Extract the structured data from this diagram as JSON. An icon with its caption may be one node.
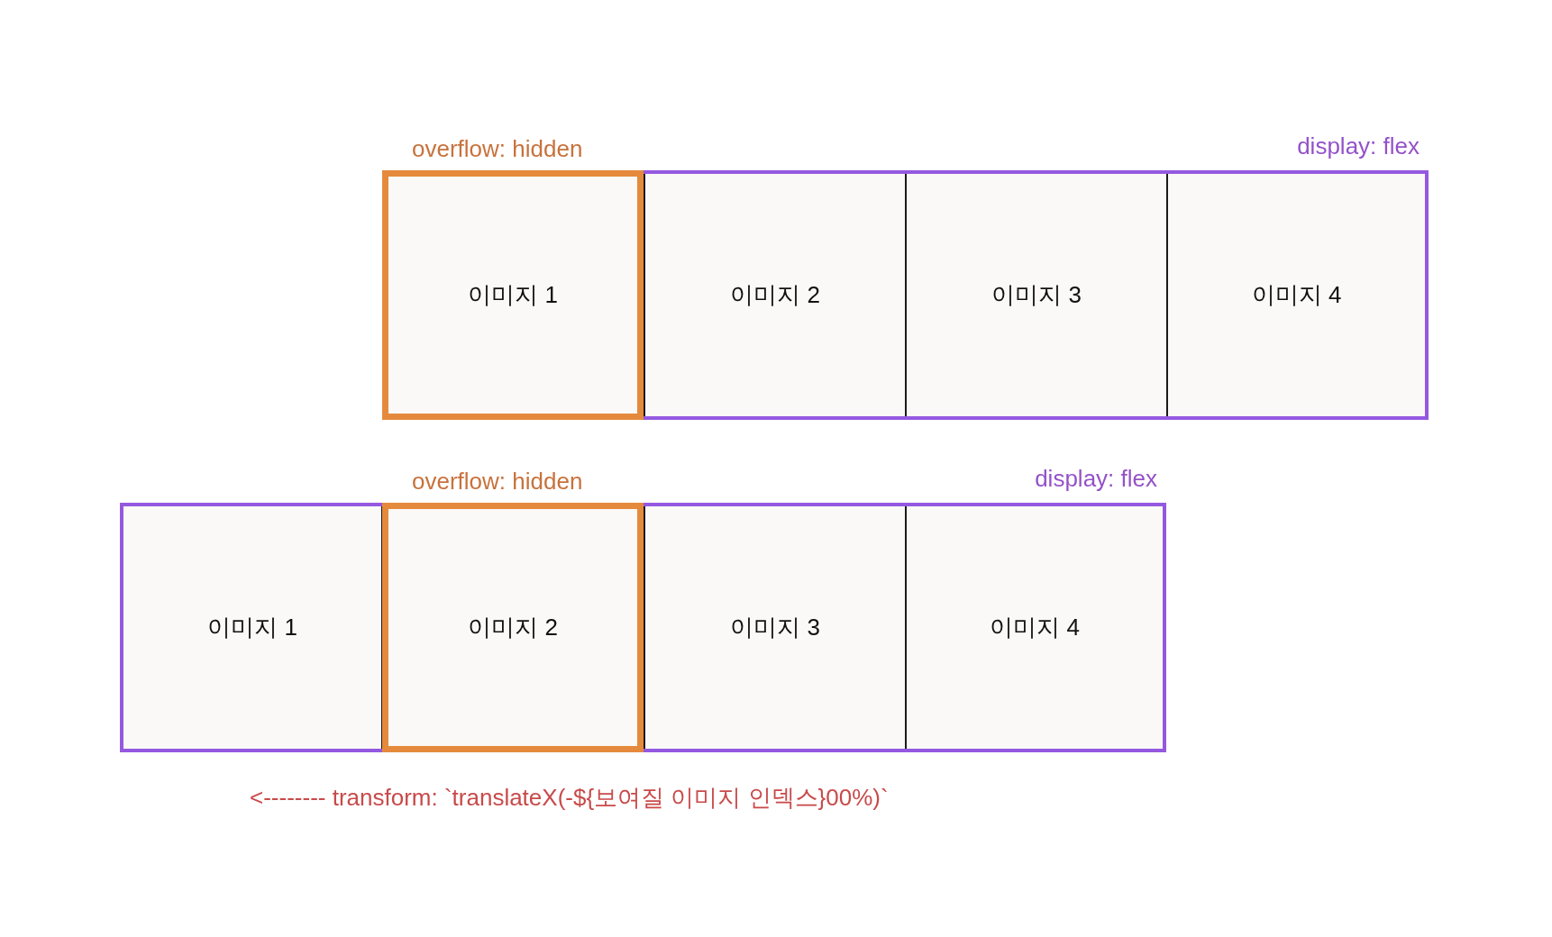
{
  "diagram": {
    "nodes": [
      {
        "text": [
          "display: flex"
        ]
      },
      {
        "text": [
          "overflow: hidden"
        ],
        "in": 0
      },
      {
        "text": [
          "이미지 1"
        ],
        "in": 1
      },
      {
        "text": [
          "이미지 2"
        ],
        "in": 0
      },
      {
        "text": [
          "이미지 3"
        ],
        "in": 0
      },
      {
        "text": [
          "이미지 4"
        ],
        "in": 0
      },
      {
        "text": [
          "display: flex"
        ]
      },
      {
        "text": [
          "이미지 1"
        ],
        "in": 6
      },
      {
        "text": [
          "overflow: hidden"
        ],
        "in": 6
      },
      {
        "text": [
          "이미지 2"
        ],
        "in": 8
      },
      {
        "text": [
          "이미지 3"
        ],
        "in": 6
      },
      {
        "text": [
          "이미지 4"
        ],
        "in": 6
      }
    ],
    "labels": [
      "<-------- transform: `translateX(-${보여질 이미지 인덱스}00%)`"
    ]
  }
}
